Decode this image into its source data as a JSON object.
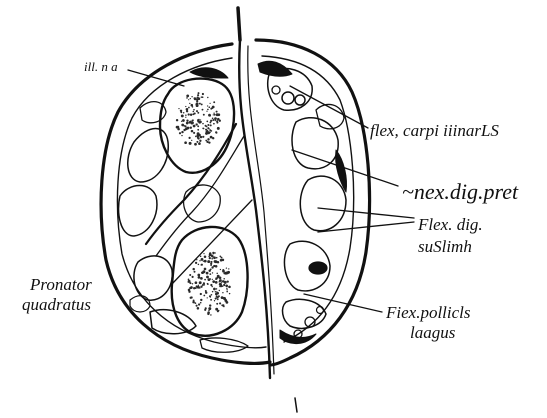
{
  "labels": {
    "ulna_label": "ill. n a",
    "flex_carpi": "flex, carpi iiinarLS",
    "flex_dig_pret": "~nex.dig.pret",
    "flex_dig_sub_line1": "Flex. dig.",
    "flex_dig_sub_line2": "suSlimh",
    "pronator_line1": "Pronator",
    "pronator_line2": "quadratus",
    "flex_pollicis_line1": "Fiex.pollicls",
    "flex_pollicis_line2": "laagus"
  },
  "colors": {
    "ink": "#111111",
    "paper": "#ffffff",
    "stipple": "#2a2a2a"
  }
}
